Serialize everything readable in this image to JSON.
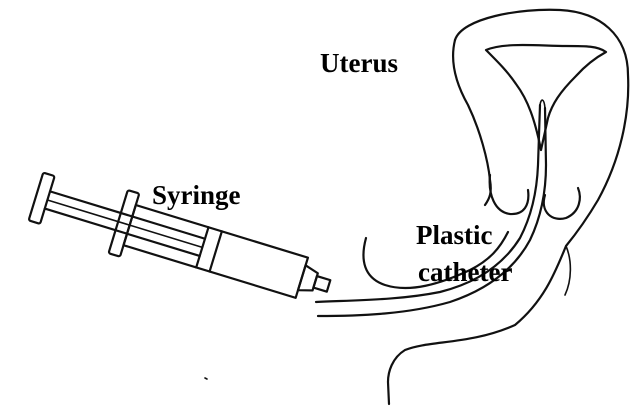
{
  "labels": {
    "uterus": "Uterus",
    "syringe": "Syringe",
    "plastic": "Plastic",
    "catheter": "catheter"
  },
  "colors": {
    "ink": "#111111",
    "background": "#ffffff"
  }
}
